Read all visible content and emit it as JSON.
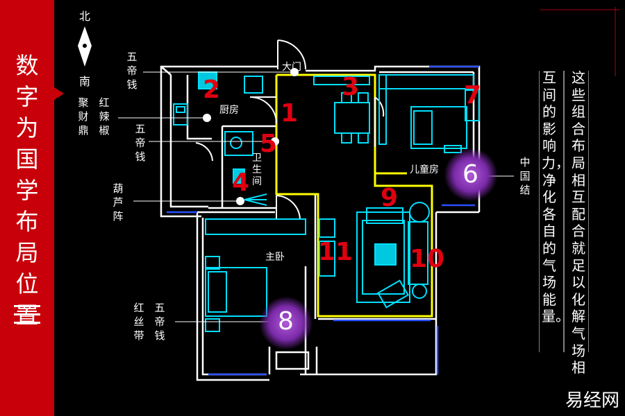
{
  "title": "数字为国学布局位置",
  "title_suffix": "三",
  "compass": {
    "north": "北",
    "south": "南"
  },
  "rooms": {
    "entrance": "大门",
    "kitchen": "厨房",
    "bathroom": "卫生间",
    "kids_room": "儿童房",
    "master_bedroom": "主卧"
  },
  "markers": [
    {
      "n": "1"
    },
    {
      "n": "2"
    },
    {
      "n": "3"
    },
    {
      "n": "4"
    },
    {
      "n": "5"
    },
    {
      "n": "6"
    },
    {
      "n": "7"
    },
    {
      "n": "8"
    },
    {
      "n": "9"
    },
    {
      "n": "10"
    },
    {
      "n": "11"
    }
  ],
  "callouts": {
    "door_coins": "五帝钱",
    "kitchen_pot": "聚财鼎",
    "kitchen_pepper": "红辣椒",
    "kitchen_coins": "五帝钱",
    "gourd": "葫芦阵",
    "chinese_knot": "中国结",
    "red_silk": "红丝带",
    "bed_coins": "五帝钱"
  },
  "note_lines": [
    "这些组合布局相互配合就足以化解气场相",
    "互间的影响力，净化各自的气场能量。"
  ],
  "brand": "易经网",
  "colors": {
    "background": "#000000",
    "sidebar": "#c8000a",
    "walls": "#ffffff",
    "furniture": "#00e0ff",
    "zone_outline": "#ffff00",
    "marker_red": "#e00010",
    "glow": "#8a3cc0",
    "accent_line": "#b00010"
  }
}
